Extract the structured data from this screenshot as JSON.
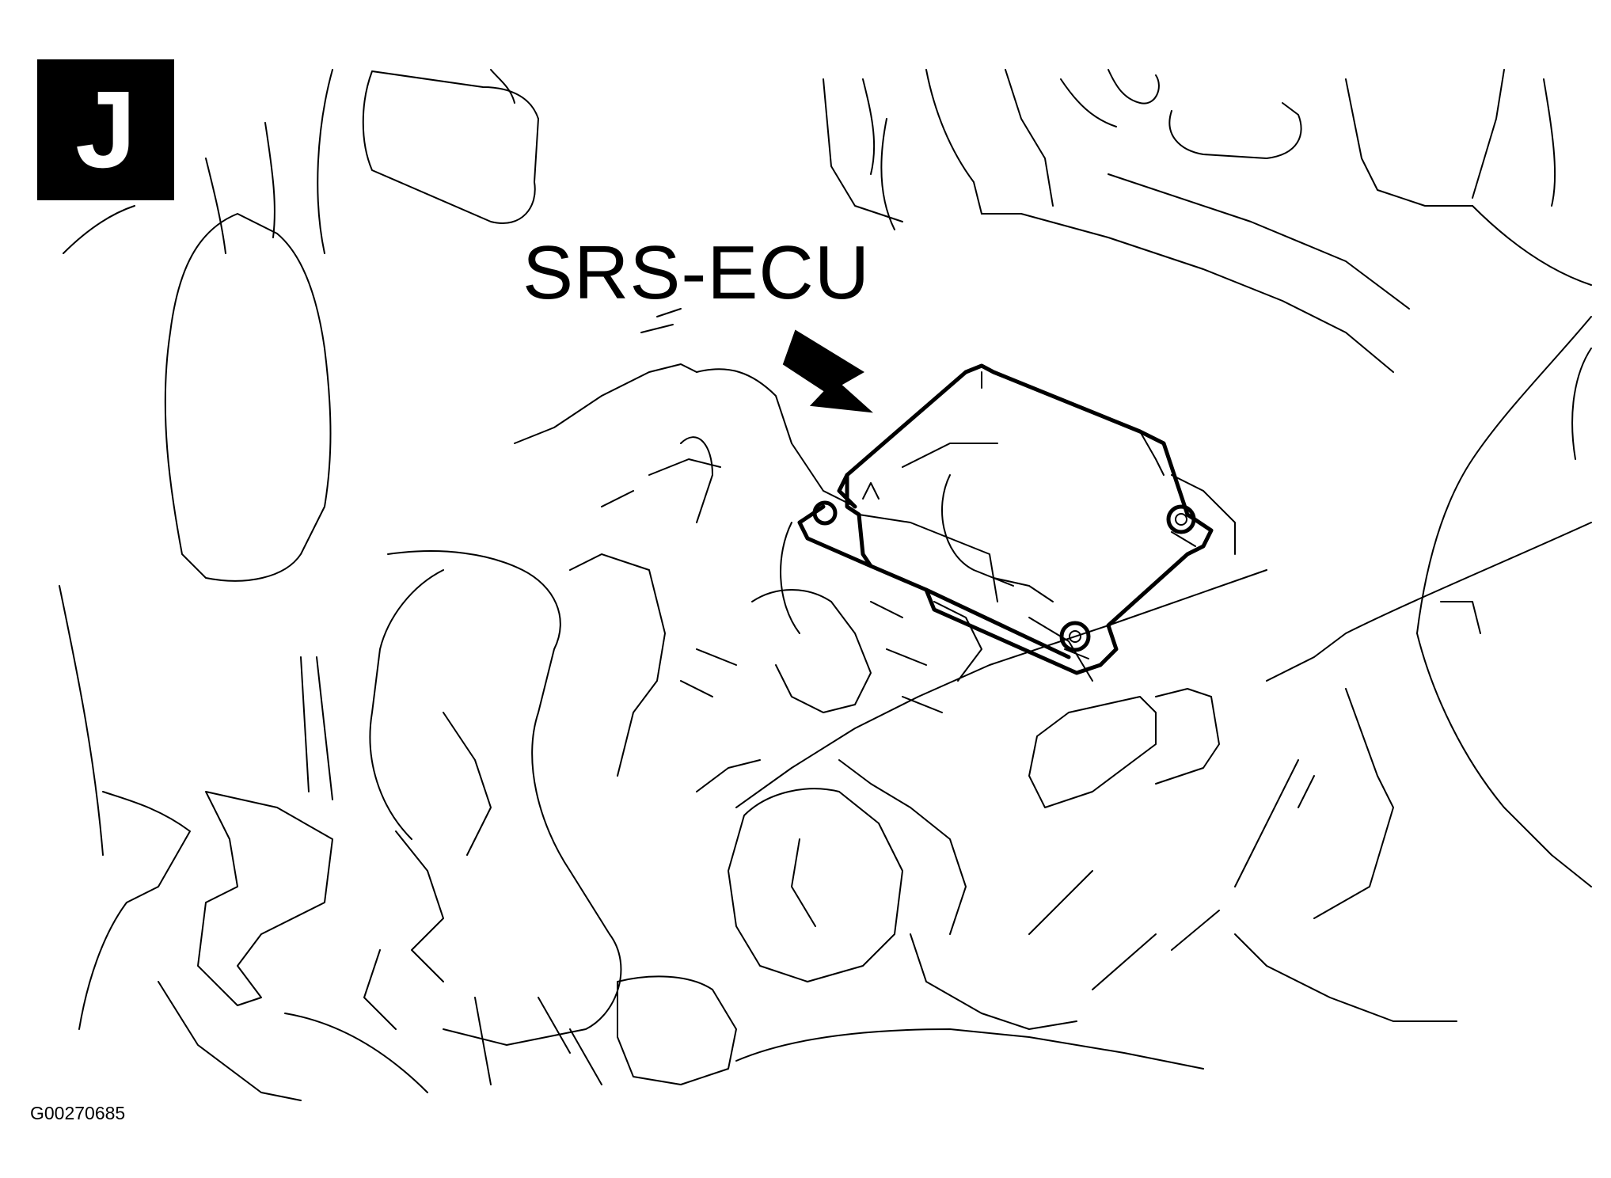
{
  "diagram": {
    "view_letter": "J",
    "callout_label": "SRS-ECU",
    "figure_id": "G00270685"
  }
}
